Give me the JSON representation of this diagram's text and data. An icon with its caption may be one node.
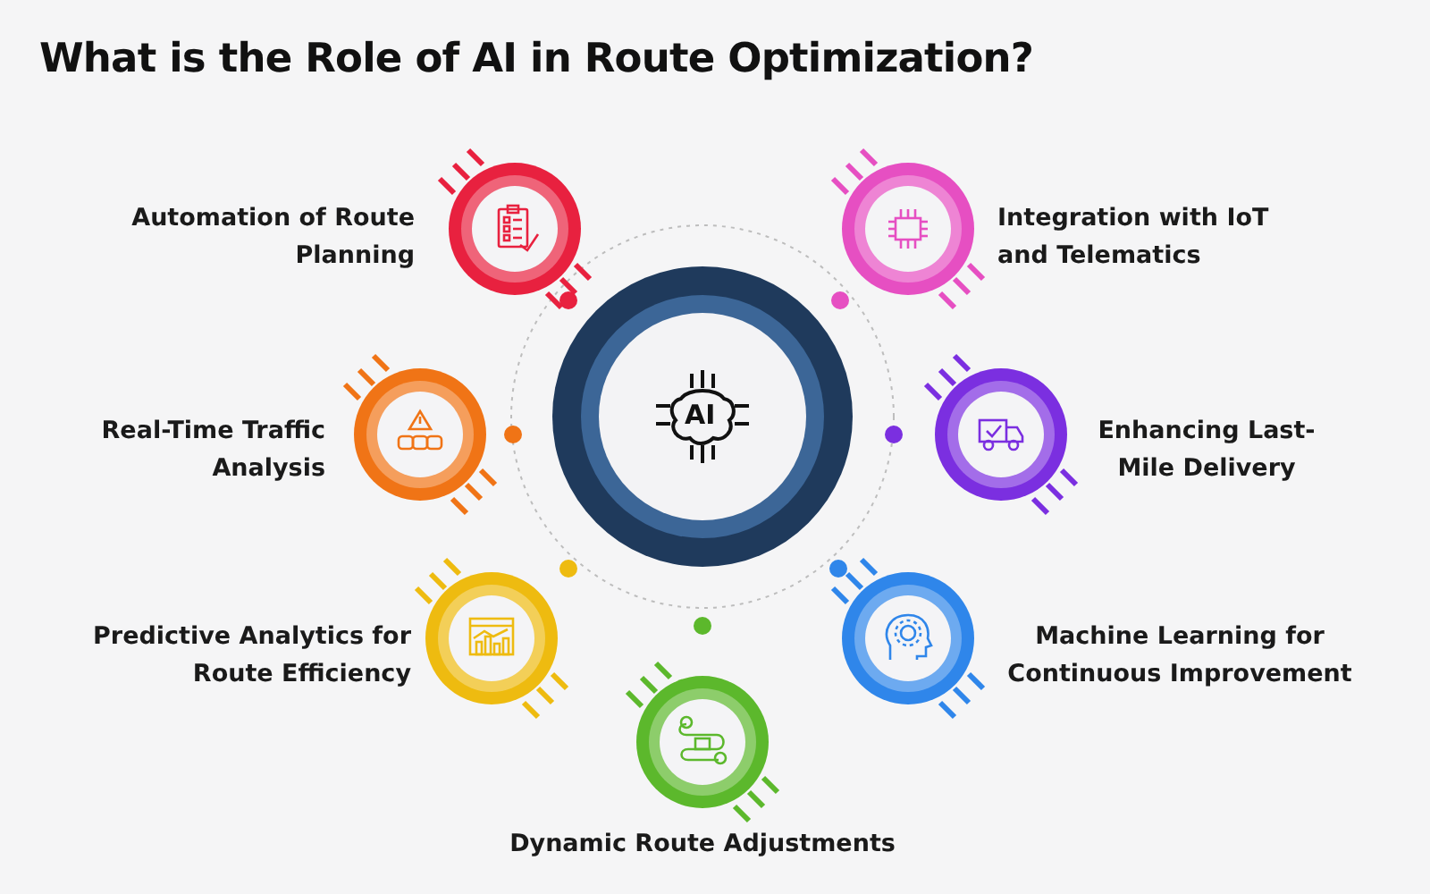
{
  "diagram": {
    "title": "What is the Role of AI in Route Optimization?",
    "nodes": [
      {
        "text": [
          "AI"
        ]
      },
      {
        "text": [
          "Automation of Route Planning"
        ]
      },
      {
        "text": [
          "Integration with IoT and Telematics"
        ]
      },
      {
        "text": [
          "Real-Time Traffic Analysis"
        ]
      },
      {
        "text": [
          "Enhancing Last-Mile Delivery"
        ]
      },
      {
        "text": [
          "Predictive Analytics for Route Efficiency"
        ]
      },
      {
        "text": [
          "Machine Learning for Continuous Improvement"
        ]
      },
      {
        "text": [
          "Dynamic Route Adjustments"
        ]
      }
    ]
  }
}
